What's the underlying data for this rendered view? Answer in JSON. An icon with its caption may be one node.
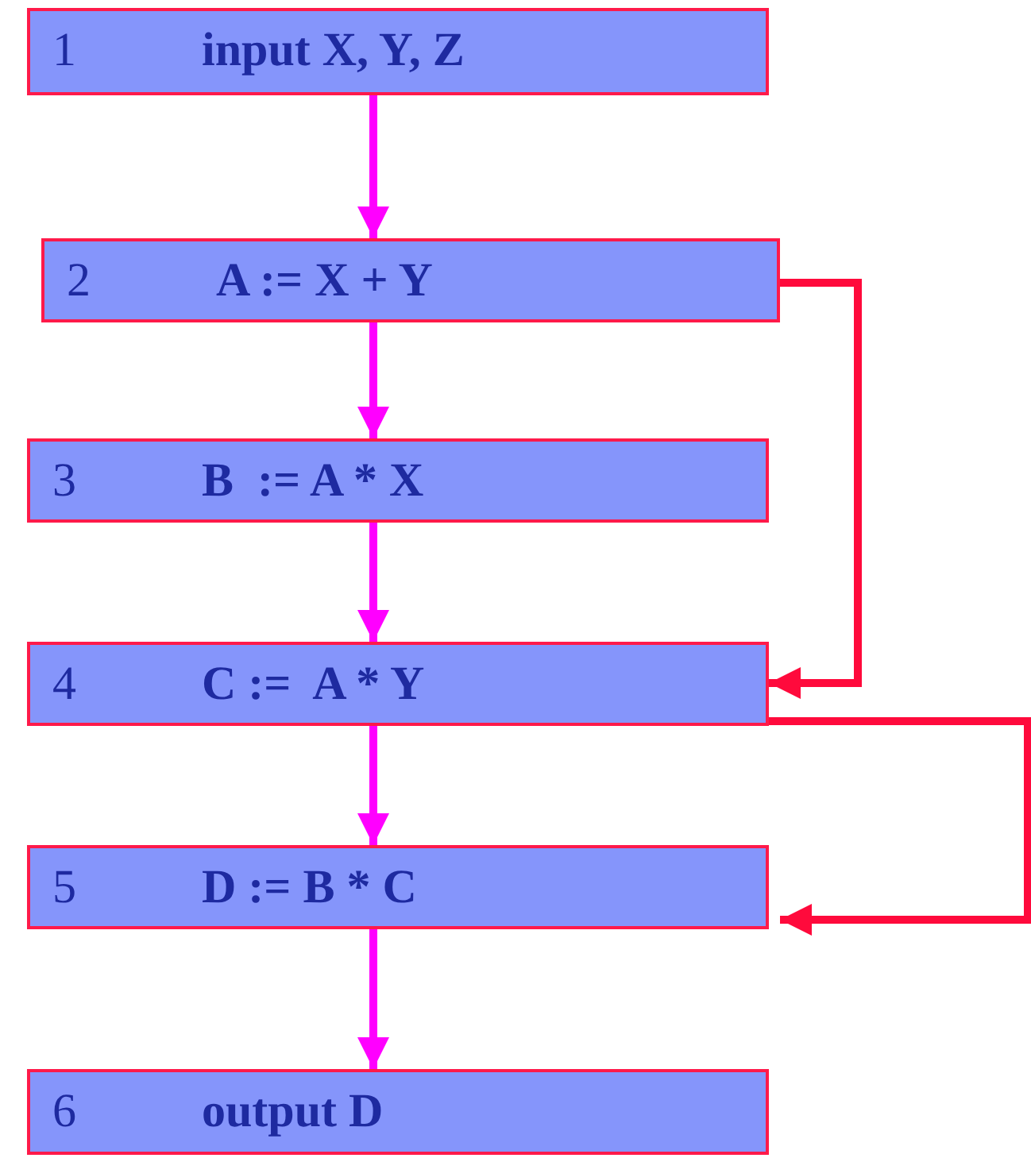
{
  "diagram": {
    "nodes": [
      {
        "text": [
          "1",
          "input X, Y, Z"
        ]
      },
      {
        "text": [
          "2",
          "A := X + Y"
        ]
      },
      {
        "text": [
          "3",
          "B  := A * X"
        ]
      },
      {
        "text": [
          "4",
          "C :=  A * Y"
        ]
      },
      {
        "text": [
          "5",
          "D := B * C"
        ]
      },
      {
        "text": [
          "6",
          "output D"
        ]
      }
    ],
    "edges": [
      {
        "from": 0,
        "to": 1,
        "arrow": "to"
      },
      {
        "from": 1,
        "to": 2,
        "arrow": "to"
      },
      {
        "from": 2,
        "to": 3,
        "arrow": "to"
      },
      {
        "from": 3,
        "to": 4,
        "arrow": "to"
      },
      {
        "from": 4,
        "to": 5,
        "arrow": "to"
      },
      {
        "from": 1,
        "to": 3,
        "arrow": "to",
        "color": "#ff0a3c"
      },
      {
        "from": 3,
        "to": 4,
        "arrow": "to",
        "color": "#ff0a3c"
      }
    ]
  }
}
